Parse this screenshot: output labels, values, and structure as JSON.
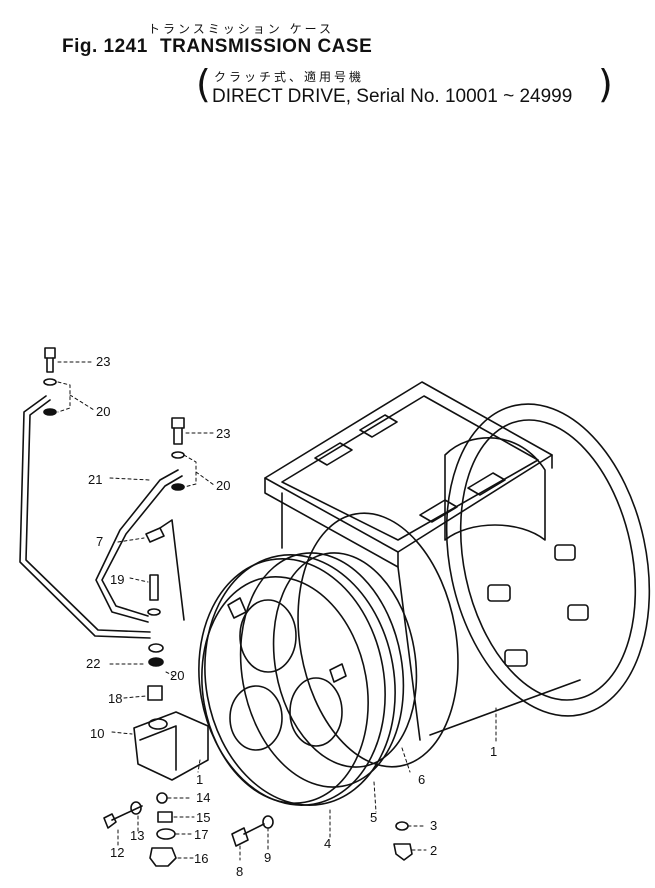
{
  "header": {
    "title_japanese": "トランスミッション ケース",
    "fig_number": "Fig. 1241",
    "title": "TRANSMISSION CASE",
    "subtitle_japanese": "クラッチ式、適用号機",
    "subtitle": "DIRECT DRIVE, Serial No. 10001 ~ 24999"
  },
  "callouts": [
    "23",
    "20",
    "23",
    "20",
    "21",
    "7",
    "19",
    "22",
    "20",
    "18",
    "10",
    "1",
    "14",
    "15",
    "17",
    "16",
    "12",
    "13",
    "8",
    "9",
    "4",
    "5",
    "6",
    "3",
    "2",
    "1"
  ]
}
